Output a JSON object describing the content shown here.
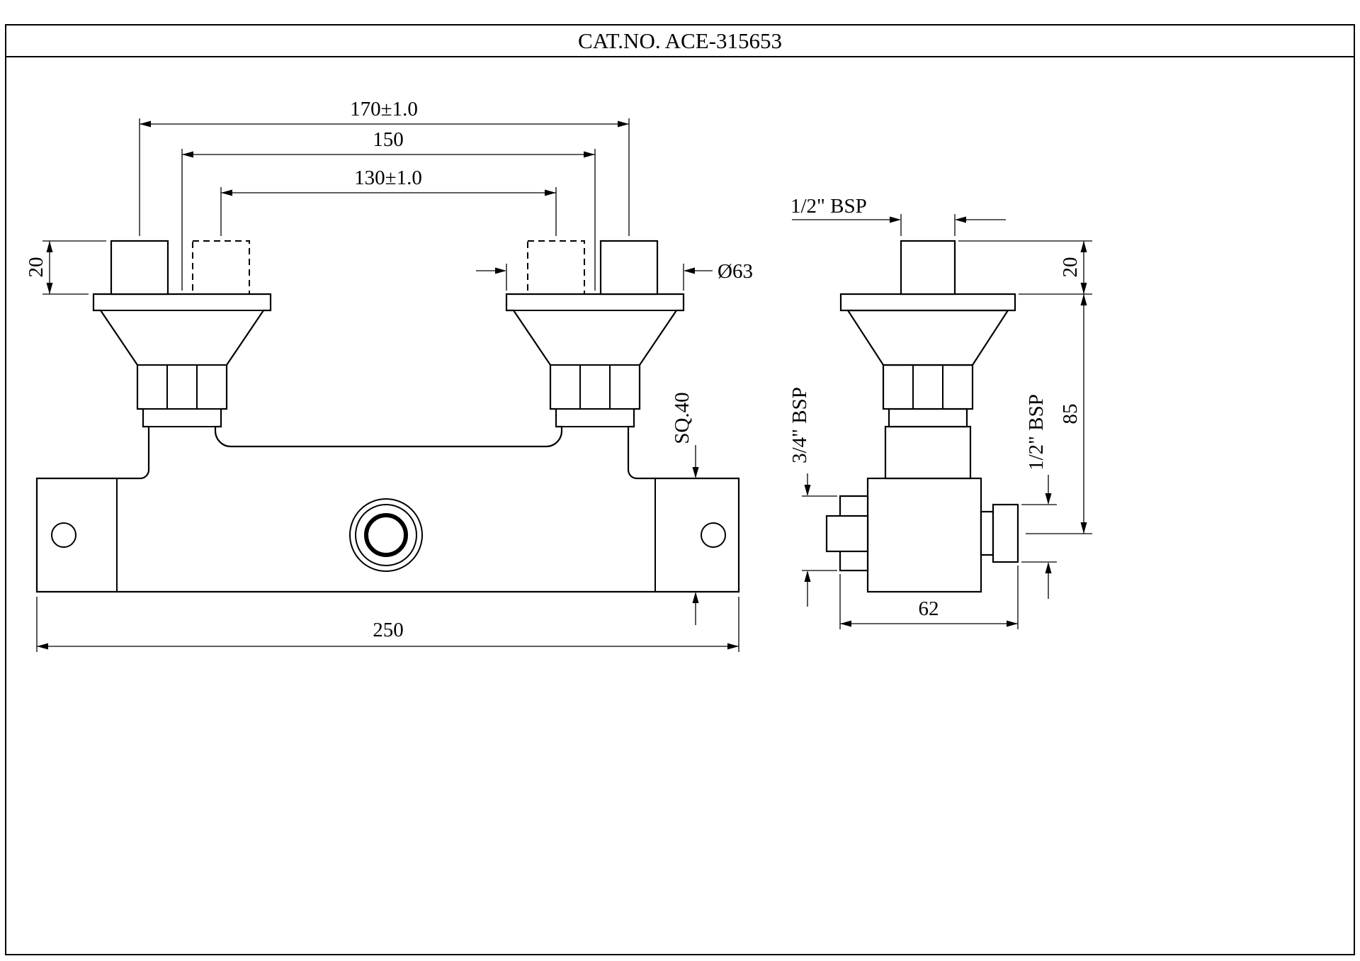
{
  "title": "CAT.NO. ACE-315653",
  "front_view": {
    "dim_spacing_outer": "170±1.0",
    "dim_spacing_mid": "150",
    "dim_spacing_inner": "130±1.0",
    "dim_nipple_height": "20",
    "dim_flange_dia": "Ø63",
    "dim_body_square": "SQ.40",
    "dim_overall_width": "250"
  },
  "side_view": {
    "dim_inlet_thread": "1/2\" BSP",
    "dim_nipple_height": "20",
    "dim_height": "85",
    "dim_bottom_outlet": "3/4\" BSP",
    "dim_side_outlet": "1/2\" BSP",
    "dim_depth": "62"
  }
}
